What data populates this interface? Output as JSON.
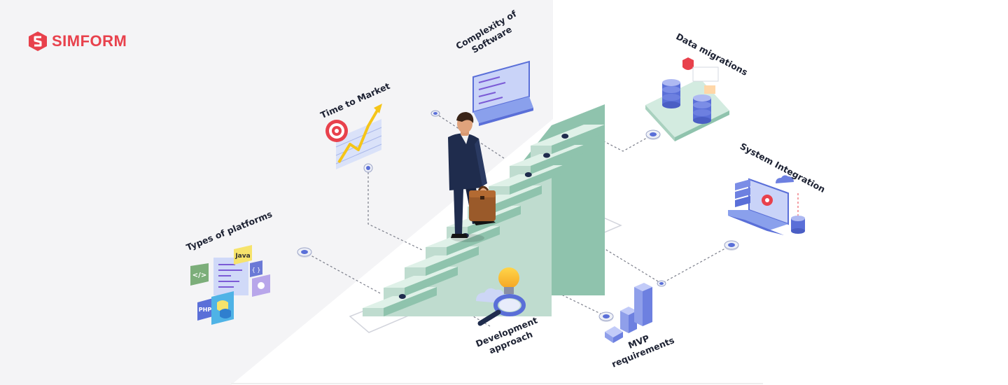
{
  "brand": {
    "name": "SIMFORM",
    "color": "#e8414c"
  },
  "labels": {
    "types_of_platforms": "Types of platforms",
    "time_to_market": "Time to Market",
    "complexity_line1": "Complexity of",
    "complexity_line2": "Software",
    "data_migrations": "Data migrations",
    "system_integration": "System Integration",
    "development_line1": "Development",
    "development_line2": "approach",
    "mvp_line1": "MVP",
    "mvp_line2": "requirements"
  },
  "icon_texts": {
    "java": "Java",
    "php": "PHP",
    "code": "</>",
    "braces": "{ }"
  },
  "colors": {
    "panel": "#f4f4f6",
    "stair_top": "#dff1e8",
    "stair_front": "#bfdccf",
    "stair_side": "#8fc3ad",
    "suit": "#1f2c4d",
    "bag": "#9a5a2a",
    "accent_blue": "#5a6fd8"
  }
}
